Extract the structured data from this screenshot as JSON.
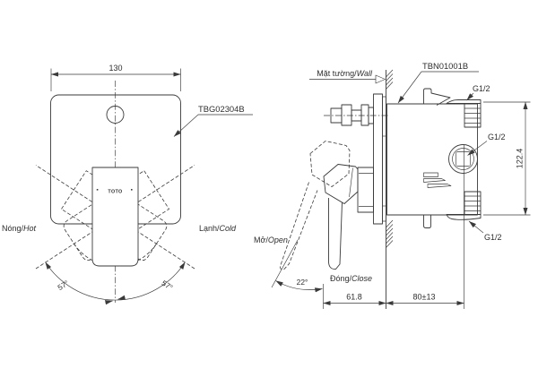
{
  "drawing_title": "TOTO concealed shower mixer valve technical drawing",
  "front_view": {
    "width_dim": "130",
    "product_code": "TBG02304B",
    "logo": "TOTO",
    "hot_label": {
      "vi": "Nóng/",
      "en": "Hot"
    },
    "cold_label": {
      "vi": "Lạnh/",
      "en": "Cold"
    },
    "angle_left": "57°",
    "angle_right": "57°"
  },
  "side_view": {
    "wall_label": {
      "vi": "Mặt tường/",
      "en": "Wall"
    },
    "valve_code": "TBN01001B",
    "thread_top": "G1/2",
    "thread_mid": "G1/2",
    "thread_bottom": "G1/2",
    "height_dim": "122.4",
    "open_label": {
      "vi": "Mở/",
      "en": "Open"
    },
    "close_label": {
      "vi": "Đóng/",
      "en": "Close"
    },
    "open_angle": "22°",
    "handle_depth_dim": "61.8",
    "wall_depth_dim": "80±13"
  },
  "colors": {
    "line": "#3a3a3a",
    "text": "#2e2e2e",
    "background": "#ffffff"
  }
}
